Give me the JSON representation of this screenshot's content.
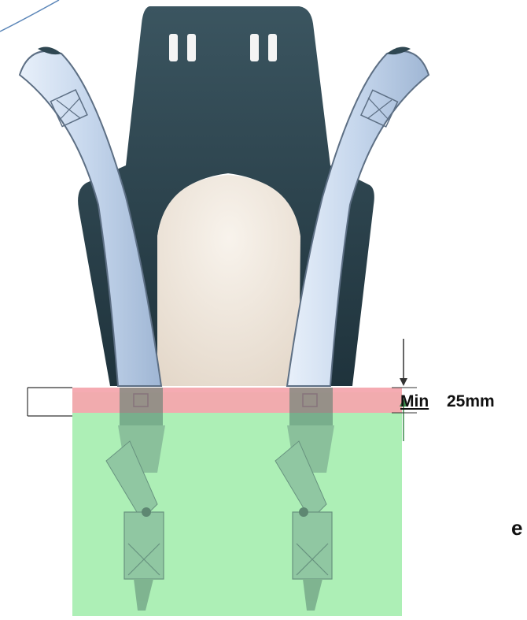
{
  "measurement": {
    "min_word": "Min",
    "min_value": "25mm"
  },
  "edge_text": "e",
  "colors": {
    "seat_shell": "#2f4752",
    "seat_highlight": "#4a6470",
    "cushion": "#efe6dc",
    "strap": "#c6d6ec",
    "strap_edge": "#5d6f84",
    "pink_zone": "#f4a6ae",
    "green_zone": "#a6eeb0",
    "corner_line": "#5b86b8",
    "arrow_up": "#3a8a4a"
  },
  "icons": [
    "car-seat-shell",
    "left-shoulder-strap",
    "right-shoulder-strap",
    "left-buckle",
    "right-buckle",
    "dimension-arrow-down",
    "dimension-arrow-up"
  ]
}
